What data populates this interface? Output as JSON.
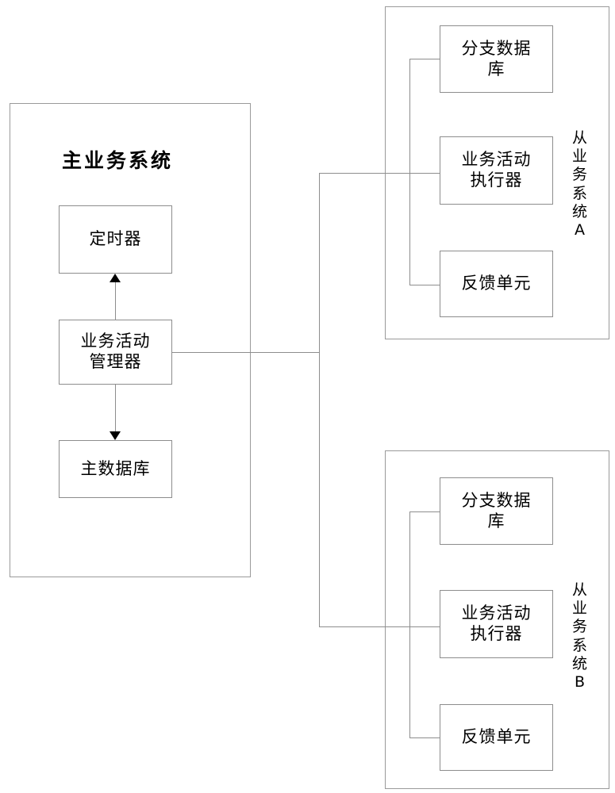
{
  "diagram": {
    "title": "",
    "type": "block-diagram",
    "main_system": {
      "label": "主业务系统",
      "components": [
        {
          "id": "timer",
          "label": "定时器"
        },
        {
          "id": "activity-manager",
          "label": "业务活动\n管理器"
        },
        {
          "id": "main-database",
          "label": "主数据库"
        }
      ],
      "connections": [
        {
          "from": "activity-manager",
          "to": "timer",
          "arrow": "up"
        },
        {
          "from": "activity-manager",
          "to": "main-database",
          "arrow": "down"
        },
        {
          "from": "activity-manager",
          "to": "bus",
          "arrow": "none"
        }
      ]
    },
    "sub_systems": [
      {
        "id": "sub-a",
        "label": "从业务系\n统\nA",
        "label_plain": "从业务系统A",
        "components": [
          {
            "id": "branch-database-a",
            "label": "分支数据\n库"
          },
          {
            "id": "activity-executor-a",
            "label": "业务活动\n执行器"
          },
          {
            "id": "feedback-unit-a",
            "label": "反馈单元"
          }
        ]
      },
      {
        "id": "sub-b",
        "label": "从业务系\n统\nB",
        "label_plain": "从业务系统B",
        "components": [
          {
            "id": "branch-database-b",
            "label": "分支数据\n库"
          },
          {
            "id": "activity-executor-b",
            "label": "业务活动\n执行器"
          },
          {
            "id": "feedback-unit-b",
            "label": "反馈单元"
          }
        ]
      }
    ],
    "colors": {
      "line": "#8d8d8d",
      "container_line": "#9a9a9a",
      "text": "#000000",
      "background": "#ffffff",
      "arrow": "#000000"
    }
  }
}
